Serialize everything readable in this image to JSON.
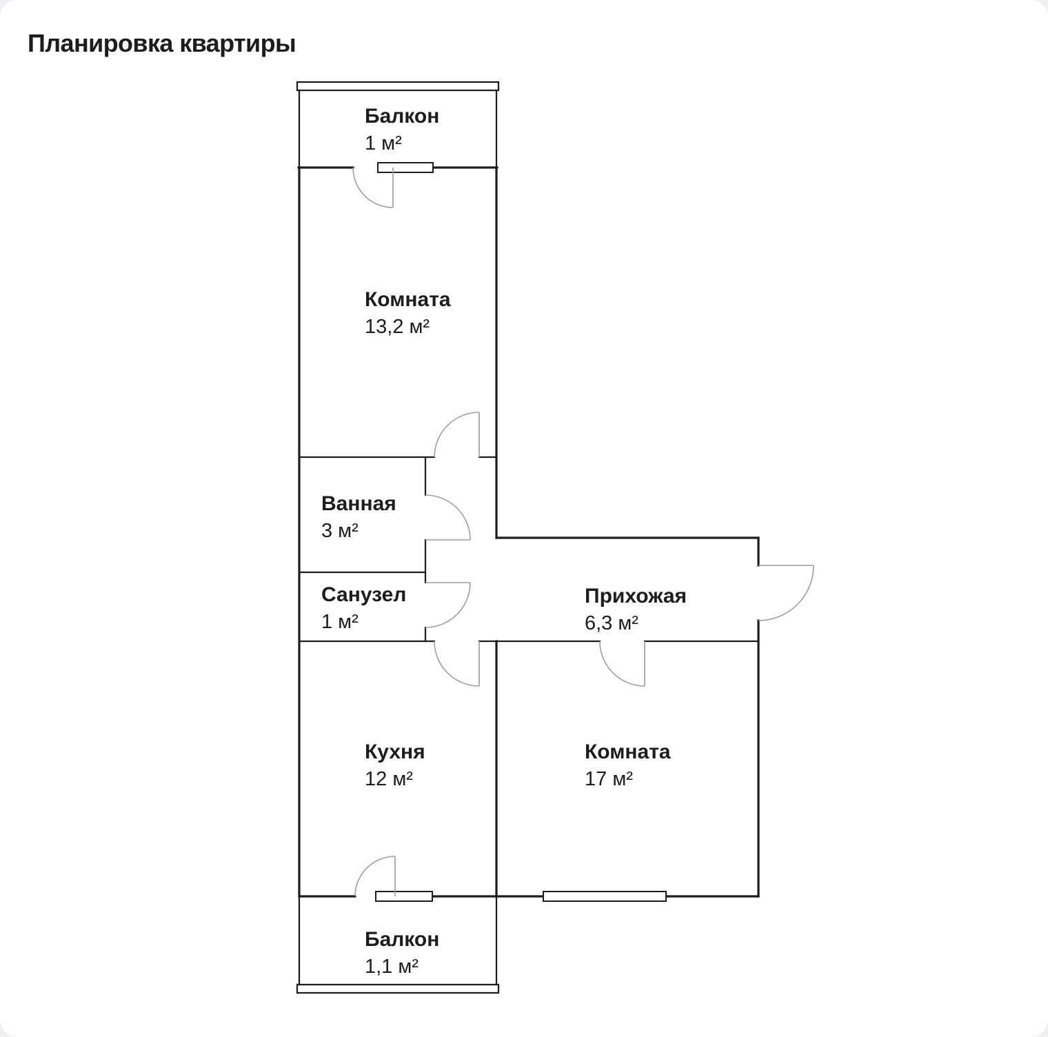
{
  "page": {
    "title": "Планировка квартиры"
  },
  "floorplan": {
    "rooms": [
      {
        "id": "balcony-top",
        "name": "Балкон",
        "area": "1 м²"
      },
      {
        "id": "room-small",
        "name": "Комната",
        "area": "13,2 м²"
      },
      {
        "id": "bathroom",
        "name": "Ванная",
        "area": "3 м²"
      },
      {
        "id": "toilet",
        "name": "Санузел",
        "area": "1 м²"
      },
      {
        "id": "hallway",
        "name": "Прихожая",
        "area": "6,3 м²"
      },
      {
        "id": "kitchen",
        "name": "Кухня",
        "area": "12 м²"
      },
      {
        "id": "room-large",
        "name": "Комната",
        "area": "17 м²"
      },
      {
        "id": "balcony-bottom",
        "name": "Балкон",
        "area": "1,1 м²"
      }
    ],
    "colors": {
      "wall": "#1d1d1f",
      "door": "#9d9da2",
      "card_bg": "#ffffff",
      "page_bg": "#eef0f3",
      "text": "#1d1d1f"
    }
  }
}
